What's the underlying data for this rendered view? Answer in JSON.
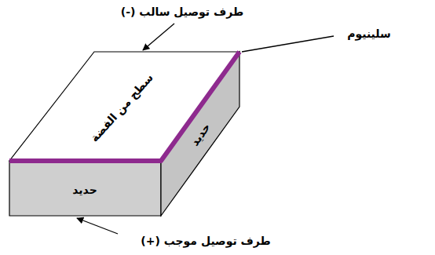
{
  "diagram": {
    "labels": [
      "طرف توصيل سالب (-)",
      "سلينيوم",
      "سطح من الفضة",
      "حديد",
      "حديد",
      "طرف توصيل موجب (+)"
    ]
  }
}
